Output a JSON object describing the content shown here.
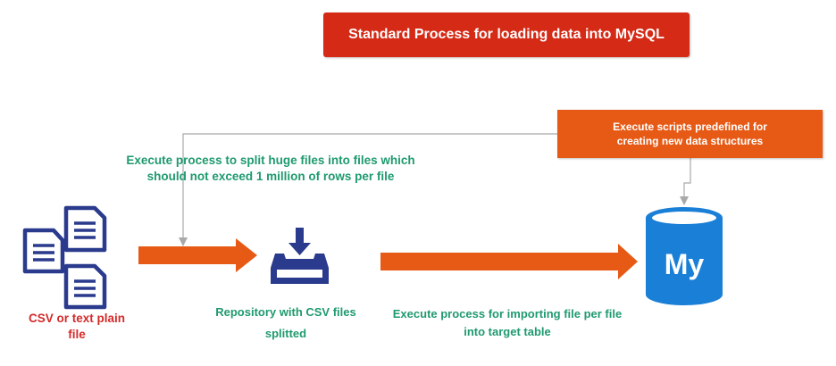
{
  "title": "Standard Process for loading data into MySQL",
  "scripts_box": "Execute scripts predefined for\ncreating new data structures",
  "split_label": "Execute process to split huge files into files which\nshould not exceed 1 million of rows per file",
  "csv_label": "CSV or text plain\nfile",
  "repo_label": "Repository with CSV files\nsplitted",
  "import_label": "Execute process for importing file per file\ninto target table",
  "db_logo": "My",
  "colors": {
    "title_bg": "#d42a16",
    "scripts_bg": "#e65a16",
    "arrow": "#e65a16",
    "green_text": "#1f9a6e",
    "red_text": "#d42a2a",
    "icon_navy": "#2a3a8c",
    "db_blue": "#1a7fd6"
  },
  "icons": {
    "files": "document-icon",
    "repository": "download-tray-icon",
    "database": "mysql-database-icon"
  }
}
